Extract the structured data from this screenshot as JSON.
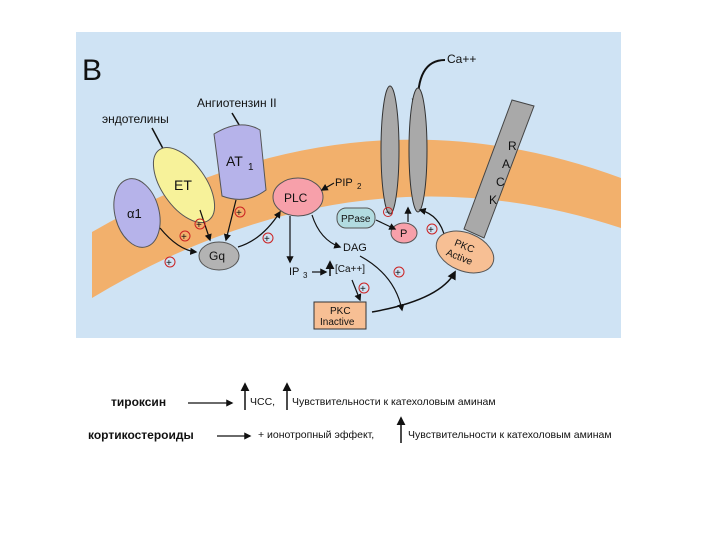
{
  "panel": {
    "letter": "B",
    "background_color": "#cfe3f4",
    "membrane_color": "#f2b06c",
    "receptor_color": "#b6b3ea",
    "et_color": "#f7f29a",
    "plc_color": "#f7a0aa",
    "pkc_color": "#f7bf94",
    "channel_color": "#a9a9a9",
    "ca_ion": "Ca++",
    "ligands": {
      "endothelins": "эндотелины",
      "angiotensin": "Ангиотензин II"
    },
    "receptors": {
      "alpha1": "α1",
      "et": "ET",
      "at1": "AT",
      "at1_sub": "1"
    },
    "rack": [
      "R",
      "A",
      "C",
      "K"
    ],
    "nodes": {
      "plc": "PLC",
      "pip2": "PIP",
      "pip2_sub": "2",
      "pp_ase": "PPase",
      "p": "P",
      "gq": "Gq",
      "dag": "DAG",
      "ip3": "IP",
      "ip3_sub": "3",
      "ca_increase": "[Ca++]",
      "pkc_active_line1": "PKC",
      "pkc_active_line2": "Active",
      "pkc_inactive_line1": "PKC",
      "pkc_inactive_line2": "Inactive"
    },
    "signs": {
      "plus": "+",
      "minus": "−"
    }
  },
  "effects": [
    {
      "hormone": "тироксин",
      "effect": "ЧСС,",
      "extra": "Чувствительности к катехоловым аминам"
    },
    {
      "hormone": "кортикостероиды",
      "effect": "+ ионотропный эффект,",
      "extra": "Чувствительности к катехоловым аминам"
    }
  ]
}
